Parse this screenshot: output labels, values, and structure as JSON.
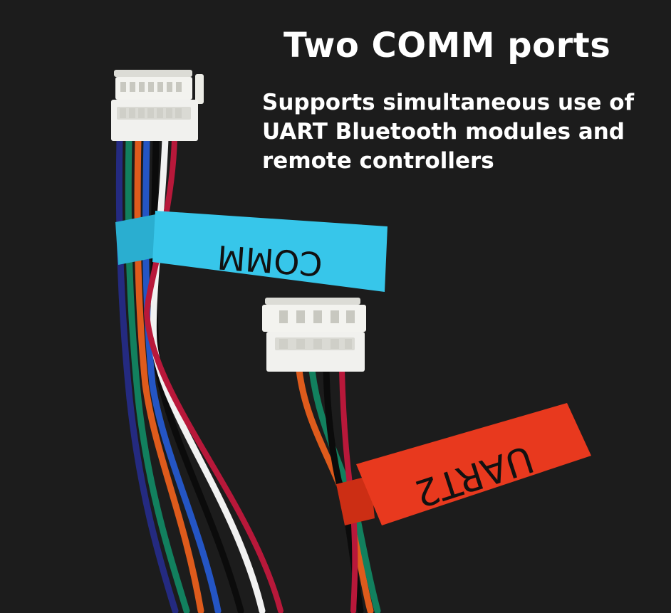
{
  "headline": "Two COMM ports",
  "description": {
    "lines": [
      "Supports simultaneous use of",
      "UART Bluetooth modules and",
      "remote controllers"
    ]
  },
  "labels": {
    "comm_tag": "COMM",
    "uart_tag": "UART2"
  },
  "colors": {
    "background": "#1c1c1c",
    "comm_tag": "#35c4e8",
    "uart_tag": "#e8391e",
    "connector": "#f1f1ee",
    "text": "#ffffff"
  },
  "wires": {
    "comm_cable": [
      "navy",
      "green",
      "orange",
      "blue",
      "black",
      "white",
      "red"
    ],
    "uart_cable": [
      "orange",
      "green",
      "black",
      "red"
    ]
  }
}
